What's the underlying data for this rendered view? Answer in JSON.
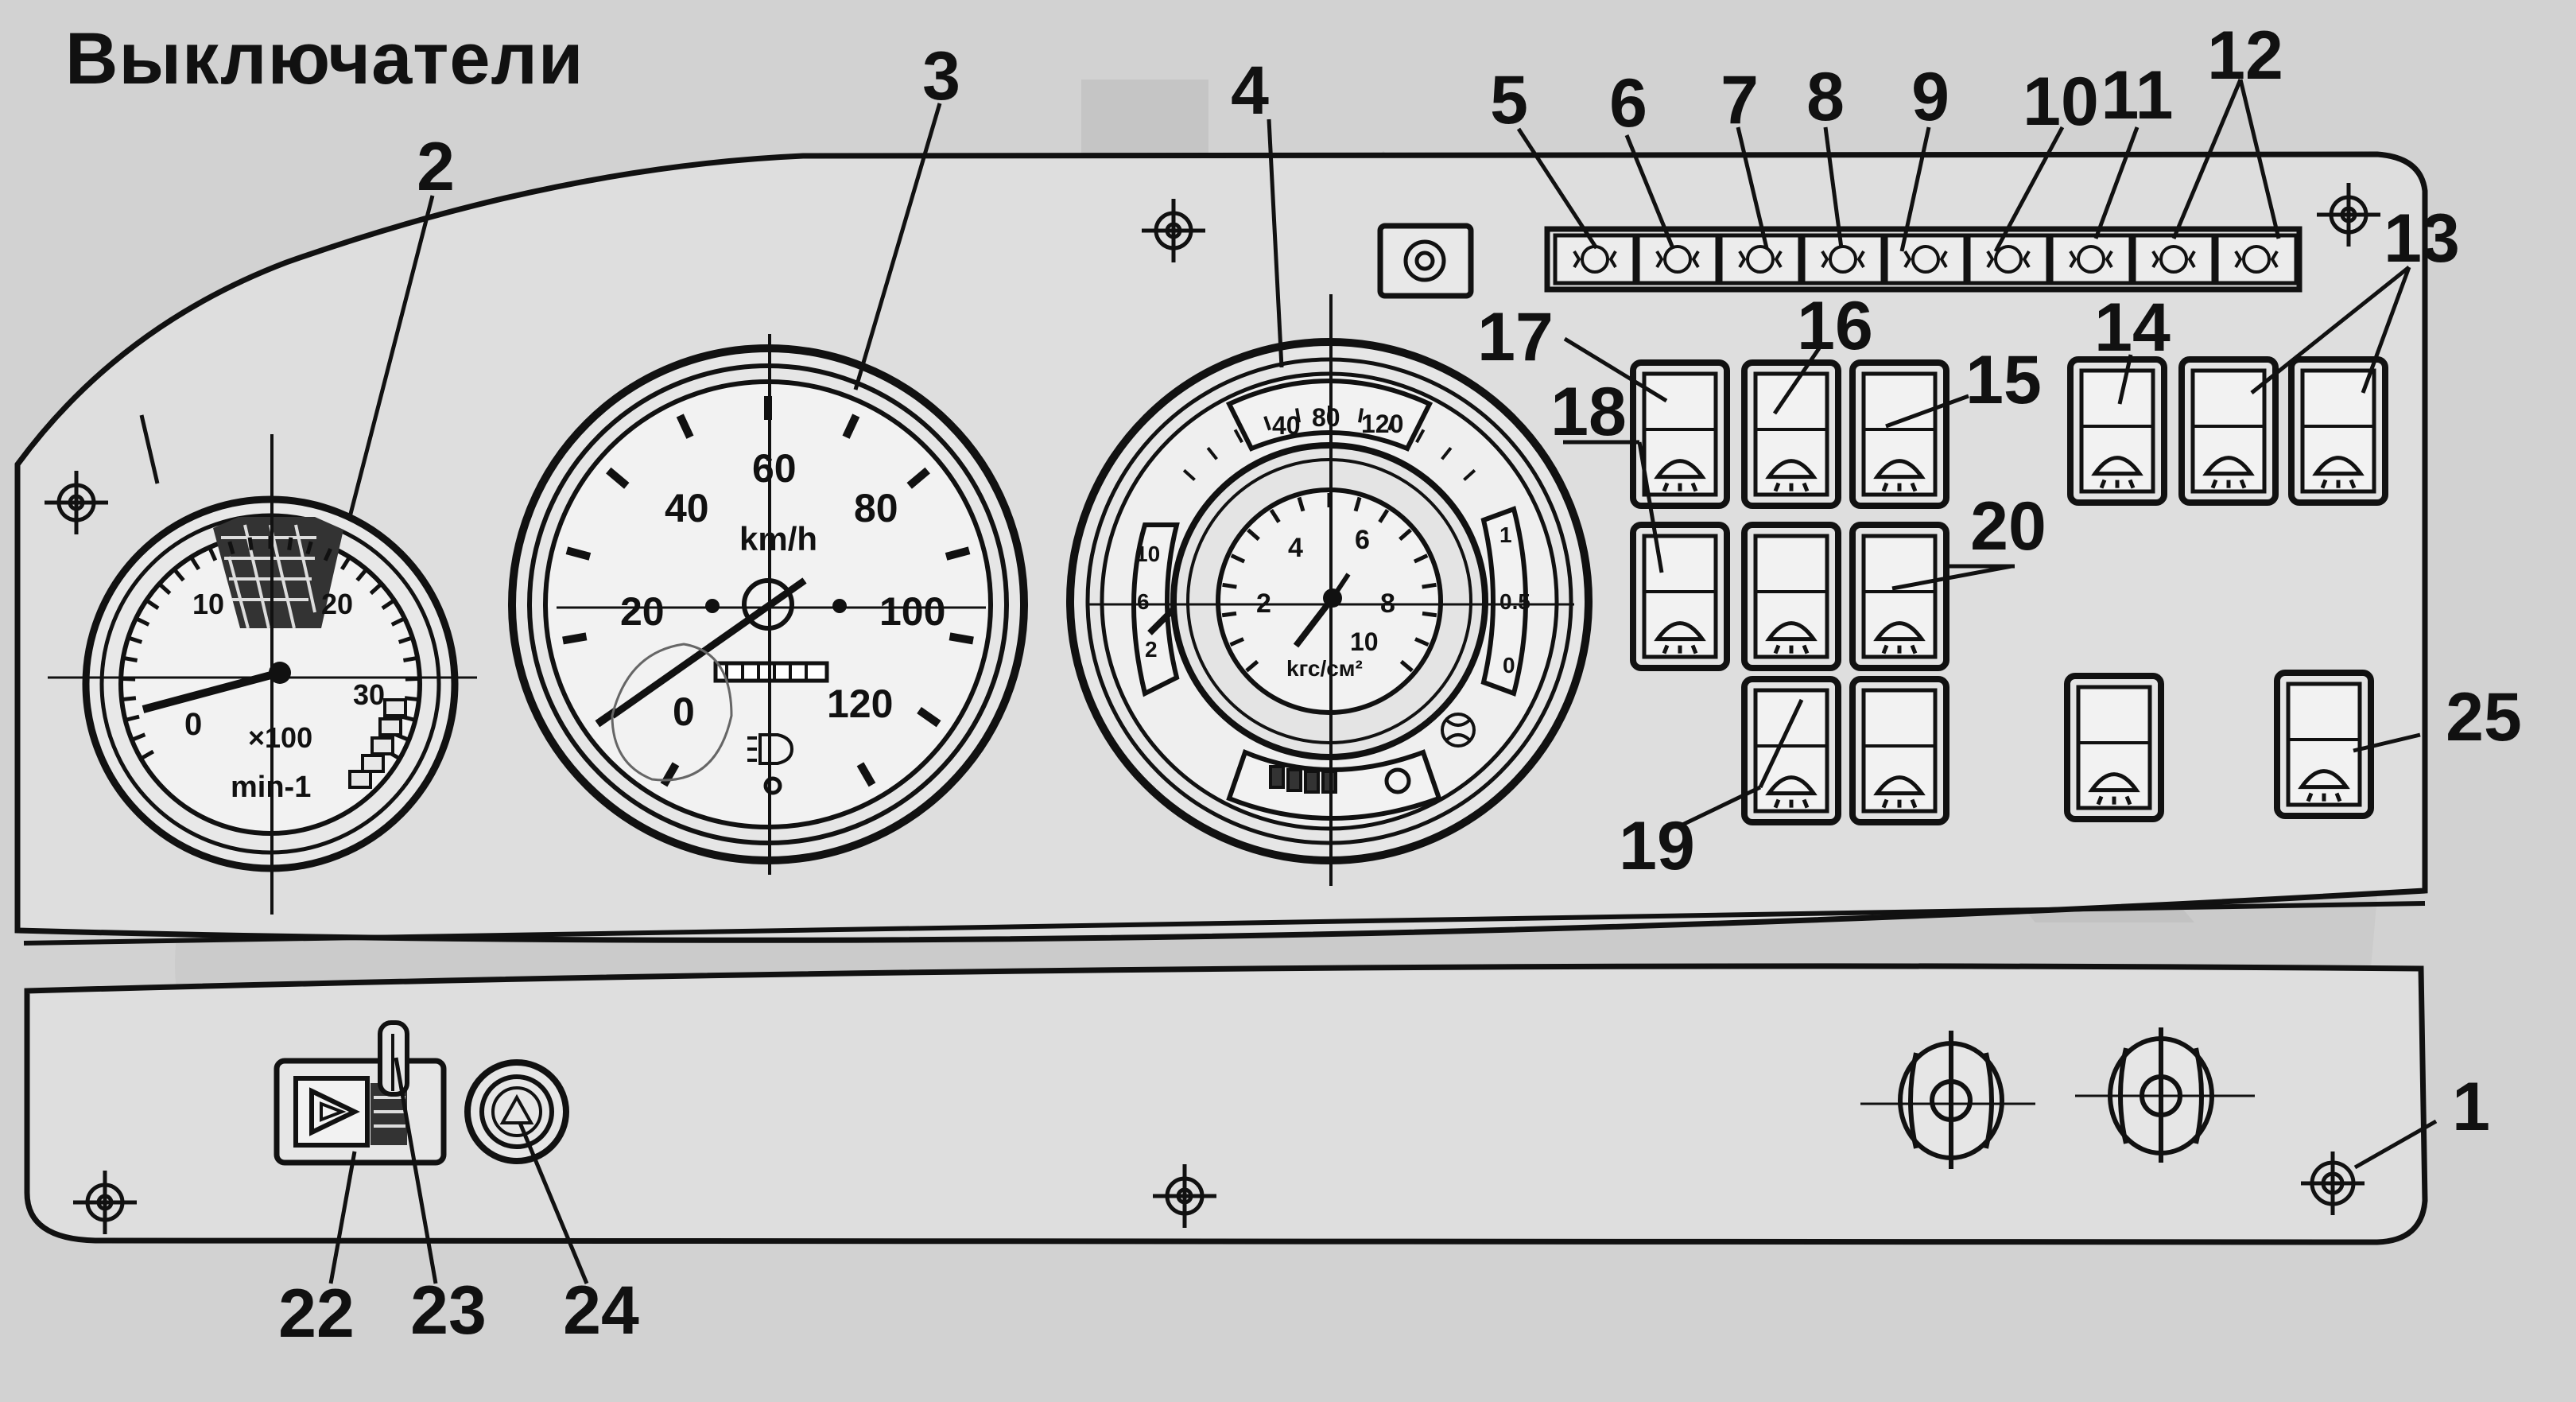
{
  "title": "Выключатели",
  "callouts": [
    "1",
    "2",
    "3",
    "4",
    "5",
    "6",
    "7",
    "8",
    "9",
    "10",
    "11",
    "12",
    "13",
    "14",
    "15",
    "16",
    "17",
    "18",
    "19",
    "20",
    "22",
    "23",
    "24",
    "25"
  ],
  "tachometer": {
    "scale": [
      "0",
      "10",
      "20",
      "30"
    ],
    "multiplier": "×100",
    "unit": "min-1"
  },
  "speedometer": {
    "scale": [
      "0",
      "20",
      "40",
      "60",
      "80",
      "100",
      "120"
    ],
    "unit": "km/h"
  },
  "combo_gauge": {
    "top_scale": [
      "40",
      "80",
      "120"
    ],
    "pressure_scale": [
      "2",
      "4",
      "6",
      "8",
      "10"
    ],
    "pressure_unit": "kгс/см²",
    "left_scale": [
      "10",
      "6",
      "2"
    ],
    "right_scale": [
      "1",
      "0.5",
      "0"
    ]
  },
  "colors": {
    "background": "#d2d2d2",
    "panel": "#e2e2e2",
    "ink": "#111111",
    "watermark": "#b9b9b9"
  },
  "icons": {
    "warning_strip": [
      "high-beam-icon",
      "fuel-filter-icon",
      "brake-icon",
      "coolant-temp-icon",
      "oil-level-icon",
      "brake-circuit-icon",
      "oil-can-icon",
      "parking-brake-icon",
      "brake-wear-icon"
    ],
    "switches": [
      "work-light-icon",
      "fog-light-icon",
      "rear-heater-icon",
      "seat-heater-icon",
      "dome-light-icon",
      "dome-light-icon",
      "wiper-icon",
      "wiper-front-icon",
      "wiper-rear-icon",
      "differential-lock-icon",
      "fan-icon",
      "fan-icon",
      "rear-window-heat-icon"
    ]
  }
}
